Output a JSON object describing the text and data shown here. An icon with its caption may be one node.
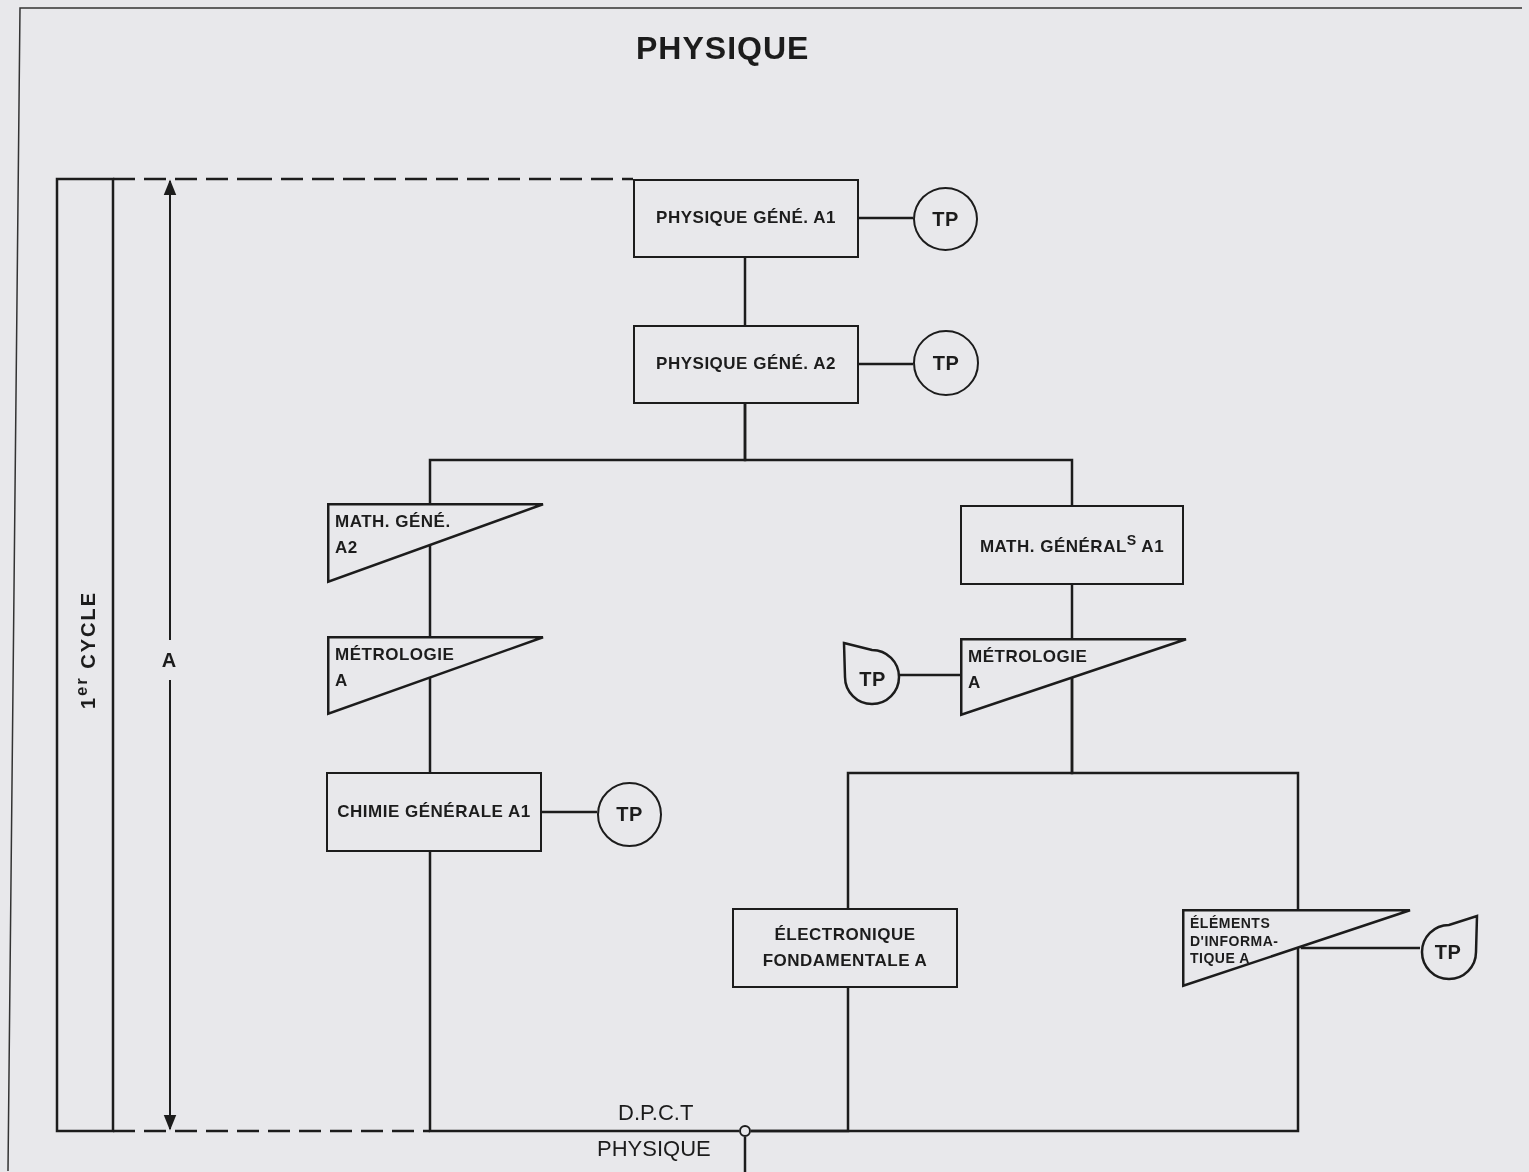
{
  "diagram": {
    "title": "PHYSIQUE",
    "nodes": [
      {
        "text": [
          "PHYSIQUE GÉNÉ. A1"
        ]
      },
      {
        "text": [
          "TP"
        ]
      },
      {
        "text": [
          "PHYSIQUE GÉNÉ. A2"
        ]
      },
      {
        "text": [
          "TP"
        ]
      },
      {
        "text": [
          "MATH. GÉNÉ. A2"
        ]
      },
      {
        "text": [
          "MÉTROLOGIE A"
        ]
      },
      {
        "text": [
          "CHIMIE GÉNÉRALE A1"
        ]
      },
      {
        "text": [
          "TP"
        ]
      },
      {
        "text": [
          "MATH. GÉNÉRAL$^{S}$ A1"
        ]
      },
      {
        "text": [
          "TP"
        ]
      },
      {
        "text": [
          "MÉTROLOGIE A"
        ]
      },
      {
        "text": [
          "ÉLECTRONIQUE FONDAMENTALE A"
        ]
      },
      {
        "text": [
          "ÉLÉMENTS D'INFORMA-TIQUE A"
        ]
      },
      {
        "text": [
          "TP"
        ]
      },
      {
        "text": [],
        "shape": "circle",
        "beside": [
          "D.P.C.T",
          "PHYSIQUE"
        ]
      }
    ],
    "edges": [
      {
        "from": 0,
        "to": 1,
        "arrow": "none"
      },
      {
        "from": 0,
        "to": 2,
        "arrow": "none"
      },
      {
        "from": 2,
        "to": 4,
        "arrow": "none"
      },
      {
        "from": 2,
        "to": 8,
        "arrow": "none"
      },
      {
        "from": 4,
        "to": 5,
        "arrow": "none"
      },
      {
        "from": 5,
        "to": 6,
        "arrow": "none"
      },
      {
        "from": 6,
        "to": 7,
        "arrow": "none"
      },
      {
        "from": 8,
        "to": 10,
        "arrow": "none"
      },
      {
        "from": 10,
        "to": 9,
        "arrow": "none"
      },
      {
        "from": 10,
        "to": 11,
        "arrow": "none"
      },
      {
        "from": 10,
        "to": 12,
        "arrow": "none"
      },
      {
        "from": 12,
        "to": 13,
        "arrow": "none"
      },
      {
        "from": 6,
        "to": 14,
        "arrow": "none"
      },
      {
        "from": 11,
        "to": 14,
        "arrow": "none"
      },
      {
        "from": 12,
        "to": 14,
        "arrow": "none"
      },
      {
        "from": 14,
        "to": null,
        "arrow": "none"
      },
      {
        "from": 2,
        "to": 3,
        "arrow": "none"
      }
    ],
    "labels": [
      "1$^{er}$ CYCLE",
      "A"
    ]
  }
}
